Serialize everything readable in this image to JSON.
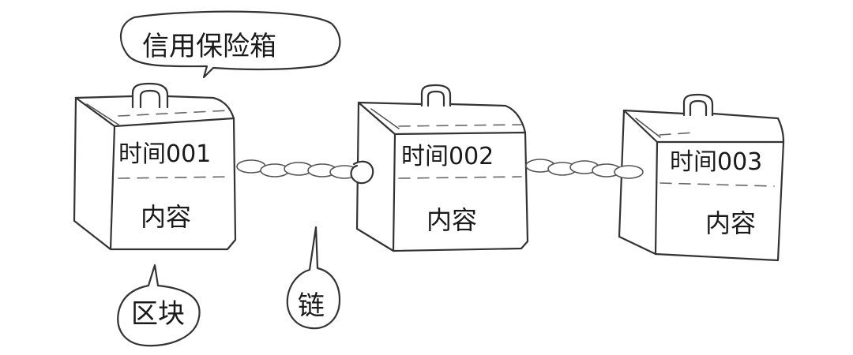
{
  "callouts": {
    "safe_box": "信用保险箱",
    "block": "区块",
    "chain": "链"
  },
  "blocks": [
    {
      "timestamp": "时间001",
      "content": "内容"
    },
    {
      "timestamp": "时间002",
      "content": "内容"
    },
    {
      "timestamp": "时间003",
      "content": "内容"
    }
  ],
  "colors": {
    "ink": "#333333",
    "background": "#ffffff"
  }
}
